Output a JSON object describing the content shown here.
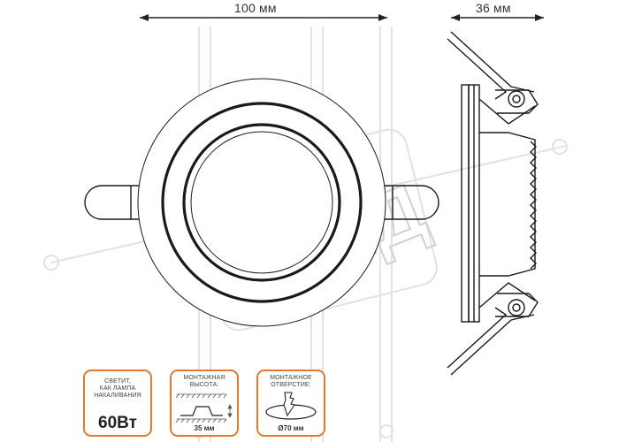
{
  "dimensions": {
    "width_label": "100 мм",
    "depth_label": "36 мм"
  },
  "watermark": {
    "text": "КИД"
  },
  "badges": [
    {
      "id": "equivalent",
      "caption_lines": [
        "СВЕТИТ,",
        "КАК ЛАМПА",
        "НАКАЛИВАНИЯ"
      ],
      "value": "60Вт"
    },
    {
      "id": "mount-height",
      "caption_lines": [
        "МОНТАЖНАЯ",
        "ВЫСОТА:"
      ],
      "value": "35 мм"
    },
    {
      "id": "cutout",
      "caption_lines": [
        "МОНТАЖНОЕ",
        "ОТВЕРСТИЕ:"
      ],
      "value": "Ø70 мм"
    }
  ],
  "colors": {
    "accent": "#e8782b",
    "line": "#1a1a1a",
    "watermark": "#d9d9d9"
  }
}
